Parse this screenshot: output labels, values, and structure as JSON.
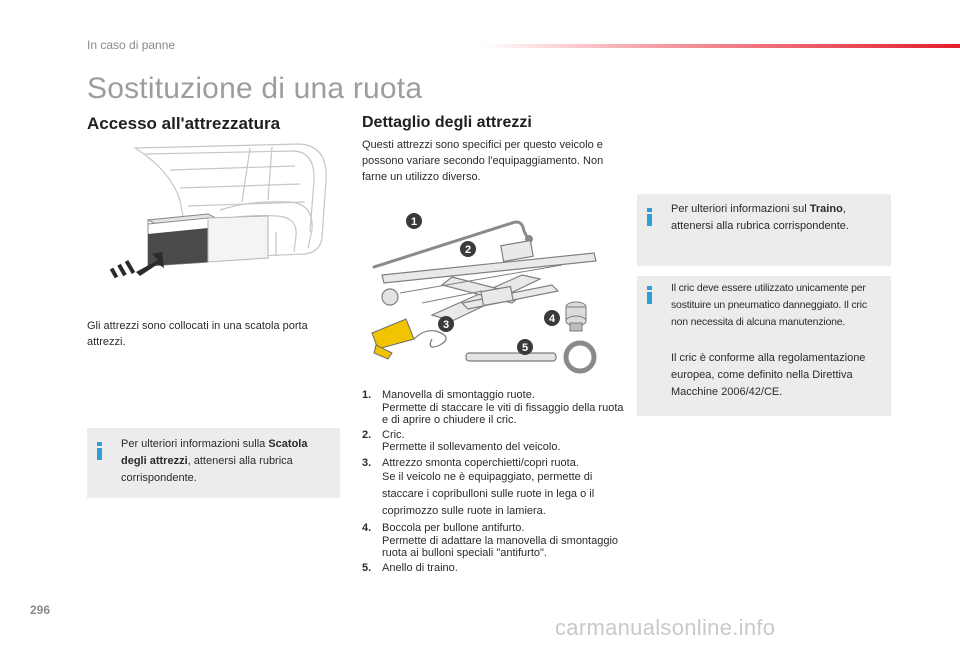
{
  "header": {
    "running_head": "In caso di panne"
  },
  "page": {
    "title": "Sostituzione di una ruota",
    "number": "296"
  },
  "left": {
    "section_title": "Accesso all'attrezzatura",
    "body": "Gli attrezzi sono collocati in una scatola porta attrezzi.",
    "note": {
      "pre": "Per ulteriori informazioni sulla ",
      "bold": "Scatola degli attrezzi",
      "post": ", attenersi alla rubrica corrispondente."
    }
  },
  "middle": {
    "section_title": "Dettaglio degli attrezzi",
    "intro": "Questi attrezzi sono specifici per questo veicolo e possono variare secondo l'equipaggiamento. Non farne un utilizzo diverso.",
    "callouts": [
      "1",
      "2",
      "3",
      "4",
      "5"
    ],
    "items": [
      {
        "num": "1.",
        "title": "Manovella di smontaggio ruote.",
        "desc": "Permette di staccare le viti di fissaggio della ruota e di aprire o chiudere il cric."
      },
      {
        "num": "2.",
        "title": "Cric.",
        "desc": "Permette il sollevamento del veicolo."
      },
      {
        "num": "3.",
        "title": "Attrezzo smonta coperchietti/copri ruota.",
        "desc": "Se il veicolo ne è equipaggiato, permette di staccare i copribulloni sulle ruote in lega o il coprimozzo sulle ruote in lamiera."
      },
      {
        "num": "4.",
        "title": "Boccola per bullone antifurto.",
        "desc": "Permette di adattare la manovella di smontaggio ruota ai bulloni speciali \"antifurto\"."
      },
      {
        "num": "5.",
        "title": "Anello di traino.",
        "desc": ""
      }
    ]
  },
  "right": {
    "note1": {
      "pre": "Per ulteriori informazioni sul ",
      "bold": "Traino",
      "post": ", attenersi alla rubrica corrispondente."
    },
    "note2": {
      "p1": "Il cric deve essere utilizzato unicamente per sostituire un pneumatico danneggiato. Il cric non necessita di alcuna manutenzione.",
      "p2": "Il cric è conforme alla regolamentazione europea, come definito nella Direttiva Macchine 2006/42/CE."
    }
  },
  "footer": {
    "watermark": "carmanualsonline.info"
  },
  "colors": {
    "accent_red": "#e41d2d",
    "info_blue": "#2f9fd8",
    "note_bg": "#ececec",
    "callout": "#3a3a3a"
  }
}
